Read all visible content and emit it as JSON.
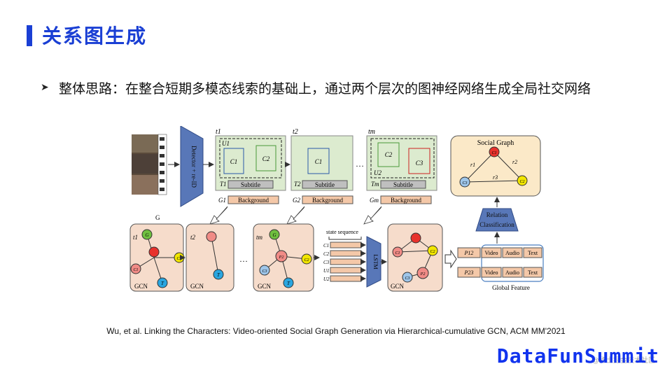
{
  "title": "关系图生成",
  "point": "整体思路：在整合短期多模态线索的基础上，通过两个层次的图神经网络生成全局社交网络",
  "diagram": {
    "detector": "Detector + re-ID",
    "frame_labels": [
      "t1",
      "t2",
      "tm"
    ],
    "u_labels": [
      "U1",
      "U2"
    ],
    "c_labels": [
      "C1",
      "C2",
      "C3"
    ],
    "t_labels": [
      "T1",
      "T2",
      "Tm"
    ],
    "g_labels": [
      "G1",
      "G2",
      "Gm"
    ],
    "subtitle": "Subtitle",
    "background": "Background",
    "ellipsis": "…",
    "g_caption": "G",
    "gcn": "GCN",
    "node_G": "G",
    "node_C1": "C1",
    "node_C2": "C2",
    "node_C3": "C3",
    "node_P2": "P2",
    "node_T": "T",
    "state_sequence": "state sequence",
    "state_labels": [
      "C1",
      "C2",
      "C3",
      "U1",
      "U2"
    ],
    "lstm": "LSTM",
    "social_graph": "Social Graph",
    "r_labels": [
      "r1",
      "r2",
      "r3"
    ],
    "relation": "Relation",
    "classification": "Classification",
    "p_labels": [
      "P12",
      "P23"
    ],
    "video": "Video",
    "audio": "Audio",
    "text": "Text",
    "global_feature": "Global Feature"
  },
  "caption": "Wu, et al. Linking the Characters: Video-oriented Social Graph Generation via Hierarchical-cumulative GCN, ACM MM'2021",
  "brand": "DataFunSummit",
  "watermark": "@稀土掘金技术社区",
  "colors": {
    "accent": "#1a3fd4",
    "frame_green": "#dcebcf",
    "gcn_peach": "#f6dccb",
    "node_green": "#6fbf3f",
    "node_red": "#e8322c",
    "node_yellow": "#f2e600",
    "node_blue": "#2aa6e0",
    "node_pink": "#f08b86",
    "node_lightblue": "#9ec6ea"
  }
}
